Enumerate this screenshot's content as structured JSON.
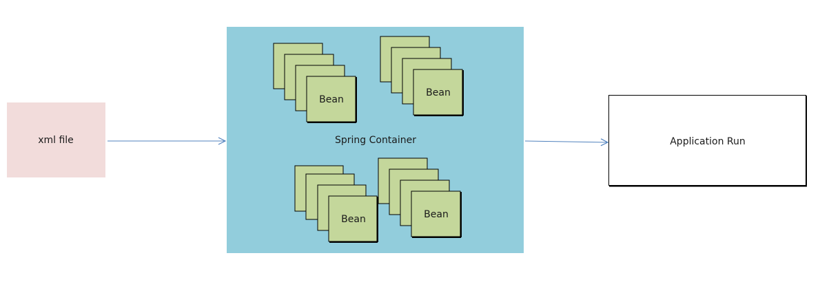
{
  "diagram": {
    "source": {
      "label": "xml file",
      "fill": "#f2dcdb"
    },
    "container": {
      "label": "Spring Container",
      "fill": "#92cddc",
      "bean_groups": [
        {
          "label": "Bean"
        },
        {
          "label": "Bean"
        },
        {
          "label": "Bean"
        },
        {
          "label": "Bean"
        }
      ]
    },
    "target": {
      "label": "Application Run",
      "fill": "#ffffff"
    },
    "colors": {
      "bean_fill": "#c4d79b",
      "bean_border": "#000000",
      "arrow": "#4f81bd"
    }
  }
}
